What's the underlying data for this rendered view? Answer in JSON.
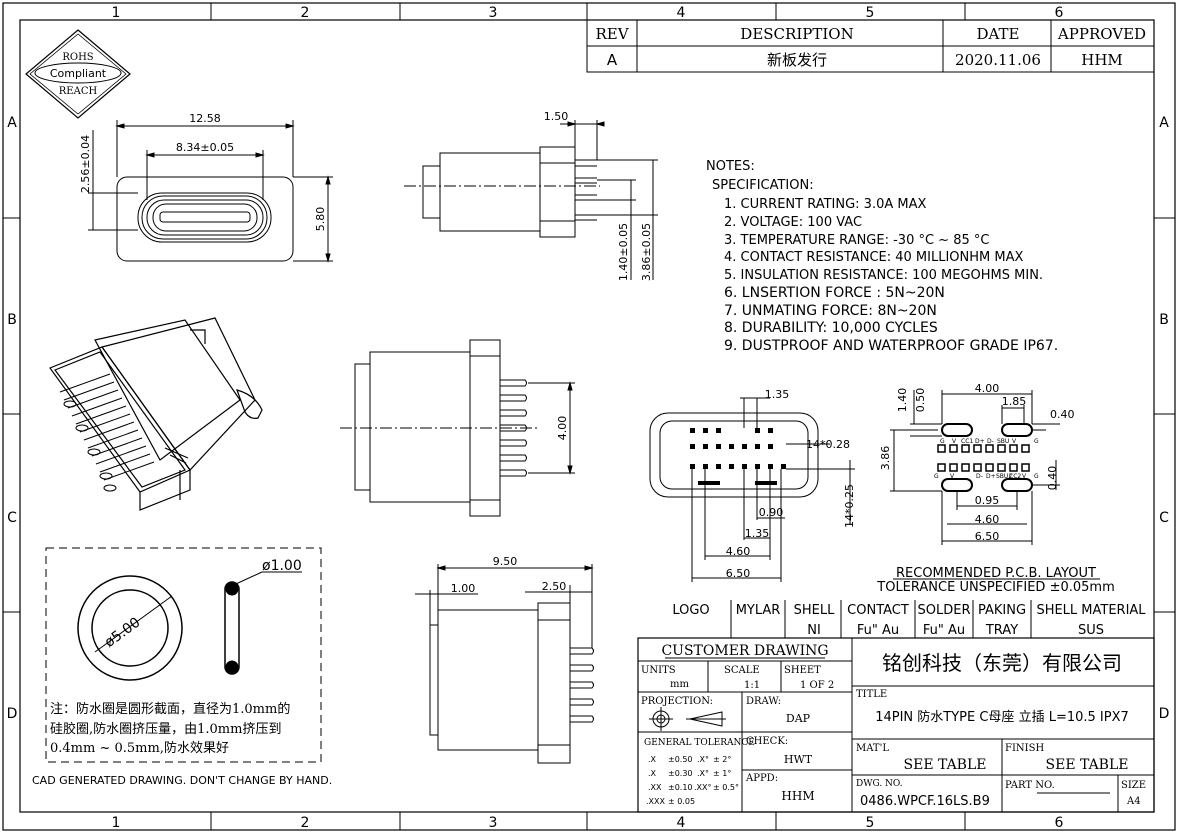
{
  "frame": {
    "columns": [
      "1",
      "2",
      "3",
      "4",
      "5",
      "6"
    ],
    "rows": [
      "A",
      "B",
      "C",
      "D"
    ]
  },
  "revision_table": {
    "headers": {
      "rev": "REV",
      "description": "DESCRIPTION",
      "date": "DATE",
      "approved": "APPROVED"
    },
    "row": {
      "rev": "A",
      "description": "新板发行",
      "date": "2020.11.06",
      "approved": "HHM"
    }
  },
  "rohs_badge": {
    "line1": "ROHS",
    "line2": "Compliant",
    "line3": "REACH"
  },
  "front_view": {
    "width": "12.58",
    "inner_width": "8.34±0.05",
    "height_left": "2.56±0.04",
    "height_right": "5.80"
  },
  "side_view": {
    "top": "1.50",
    "dim1": "1.40±0.05",
    "dim2": "3.86±0.05"
  },
  "notes": {
    "title": "NOTES:",
    "spec_title": "SPECIFICATION:",
    "items": [
      "1. CURRENT RATING: 3.0A MAX",
      "2. VOLTAGE: 100 VAC",
      "3. TEMPERATURE RANGE: -30 °C ~ 85 °C",
      "4. CONTACT RESISTANCE: 40 MILLIONHM MAX",
      "5. INSULATION RESISTANCE: 100 MEGOHMS MIN.",
      "6. LNSERTION FORCE : 5N~20N",
      "7. UNMATING FORCE: 8N~20N",
      "8. DURABILITY:  10,000 CYCLES",
      "9. DUSTPROOF AND WATERPROOF GRADE IP67."
    ]
  },
  "mid_view": {
    "dim": "4.00"
  },
  "bottom_view": {
    "top": "1.35",
    "right": "14*0.28",
    "vertical": "14*0.25",
    "d090": "0.90",
    "d135": "1.35",
    "d460": "4.60",
    "d650": "6.50"
  },
  "pcb_layout": {
    "d400": "4.00",
    "d185": "1.85",
    "d040a": "0.40",
    "d140": "1.40",
    "d050": "0.50",
    "d386": "3.86",
    "d040b": "0.40",
    "d095": "0.95",
    "d460": "4.60",
    "d650": "6.50",
    "pin_top": [
      "G",
      "V",
      "CC1",
      "D+",
      "D-",
      "SBU",
      "V",
      "G"
    ],
    "pin_bottom": [
      "G",
      "V",
      "D-",
      "D+",
      "SBU2",
      "CC2",
      "V",
      "G"
    ],
    "title": "RECOMMENDED  P.C.B. LAYOUT",
    "tolerance": "TOLERANCE  UNSPECIFIED  ±0.05mm"
  },
  "oring": {
    "dia": "ø5.00",
    "section": "ø1.00"
  },
  "note_cn": [
    "注：防水圈是圆形截面，直径为1.0mm的",
    "硅胶圈,防水圈挤压量，由1.0mm挤压到",
    "0.4mm ~ 0.5mm,防水效果好"
  ],
  "bottom_side_view": {
    "d950": "9.50",
    "d100": "1.00",
    "d250": "2.50"
  },
  "cad_note": "CAD GENERATED DRAWING. DON'T CHANGE BY HAND.",
  "material_table": {
    "headers": [
      "LOGO",
      "MYLAR",
      "SHELL",
      "CONTACT",
      "SOLDER",
      "PAKING",
      "SHELL MATERIAL"
    ],
    "values": [
      "",
      "",
      "NI",
      "Fu\" Au",
      "Fu\" Au",
      "TRAY",
      "SUS"
    ]
  },
  "title_block": {
    "customer_drawing": "CUSTOMER DRAWING",
    "company": "铭创科技（东莞）有限公司",
    "units_label": "UNITS",
    "units_value": "mm",
    "scale_label": "SCALE",
    "scale_value": "1:1",
    "sheet_label": "SHEET",
    "sheet_value": "1 OF 2",
    "title_label": "TITLE",
    "title_value": "14PIN 防水TYPE C母座 立插 L=10.5 IPX7",
    "projection_label": "PROJECTION:",
    "draw_label": "DRAW:",
    "draw_value": "DAP",
    "general_tolerance": "GENERAL TOLERANCE",
    "tolerances": [
      [
        ".X",
        "±0.50",
        ".X°",
        "± 2°"
      ],
      [
        ".X",
        "±0.30",
        ".X°",
        "± 1°"
      ],
      [
        ".XX",
        "±0.10",
        ".XX°",
        "± 0.5°"
      ],
      [
        ".XXX",
        "± 0.05",
        "",
        ""
      ]
    ],
    "check_label": "CHECK:",
    "check_value": "HWT",
    "appd_label": "APPD:",
    "appd_value": "HHM",
    "matl_label": "MAT'L",
    "matl_value": "SEE TABLE",
    "finish_label": "FINISH",
    "finish_value": "SEE TABLE",
    "dwg_label": "DWG. NO.",
    "dwg_value": "0486.WPCF.16LS.B9",
    "part_label": "PART NO.",
    "size_label": "SIZE",
    "size_value": "A4"
  }
}
